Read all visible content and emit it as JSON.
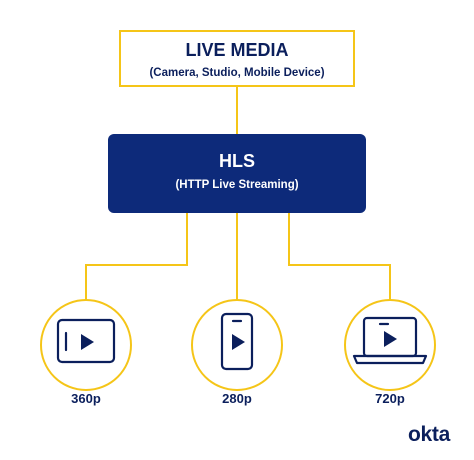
{
  "source_box": {
    "title": "LIVE MEDIA",
    "subtitle": "(Camera, Studio, Mobile Device)"
  },
  "hls_box": {
    "title": "HLS",
    "subtitle": "(HTTP Live Streaming)"
  },
  "devices": [
    {
      "label": "360p",
      "icon": "tablet-icon"
    },
    {
      "label": "280p",
      "icon": "smartphone-icon"
    },
    {
      "label": "720p",
      "icon": "laptop-icon"
    }
  ],
  "logo": {
    "text": "okta"
  },
  "colors": {
    "accent_yellow": "#f5c518",
    "navy": "#0d2a7a",
    "text_navy": "#0b1f5c",
    "background": "#ffffff"
  }
}
